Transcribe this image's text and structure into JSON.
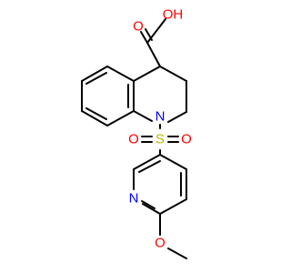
{
  "molecule": {
    "atoms": {
      "O_carbonyl": "O",
      "OH": "OH",
      "N_ring": "N",
      "S": "S",
      "O_left": "O",
      "O_right": "O",
      "N_pyridine": "N",
      "O_methoxy": "O"
    },
    "colors": {
      "bond": "#000000",
      "oxygen": "#ff0000",
      "nitrogen": "#0000ff",
      "sulfur": "#b8b800"
    }
  }
}
